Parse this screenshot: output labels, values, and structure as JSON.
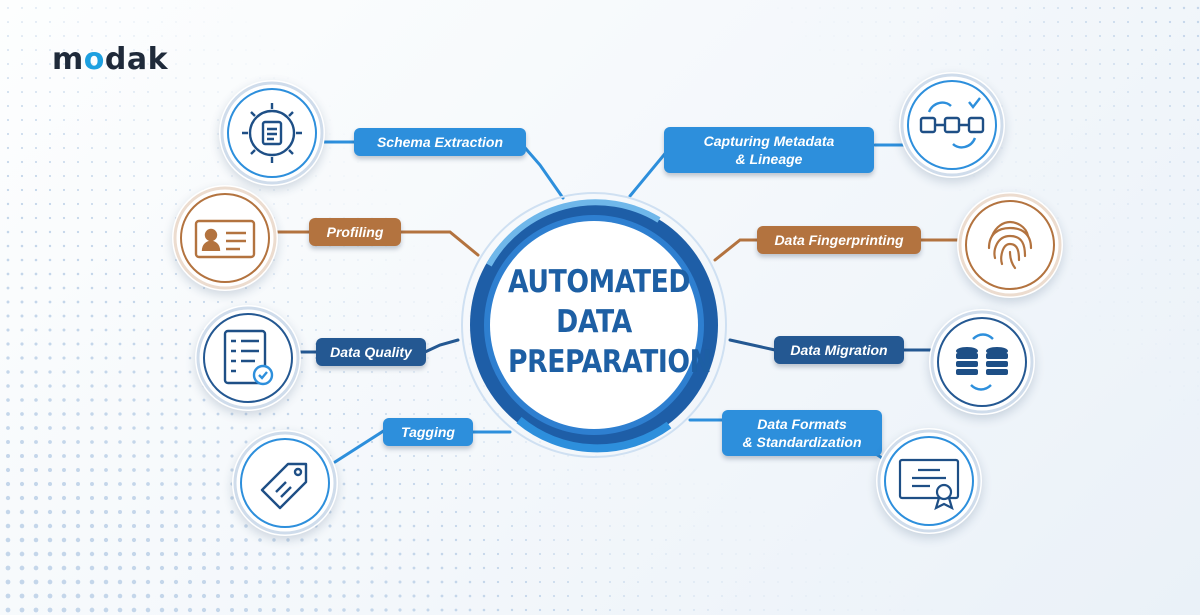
{
  "brand": {
    "logo_prefix": "m",
    "logo_o": "o",
    "logo_suffix": "dak"
  },
  "hub": {
    "line1": "AUTOMATED",
    "line2": "DATA",
    "line3": "PREPARATION"
  },
  "features": {
    "schema": "Schema Extraction",
    "metadata_line1": "Capturing Metadata",
    "metadata_line2": "& Lineage",
    "profiling": "Profiling",
    "fingerprinting": "Data Fingerprinting",
    "quality": "Data Quality",
    "migration": "Data Migration",
    "tagging": "Tagging",
    "formats_line1": "Data Formats",
    "formats_line2": "& Standardization"
  },
  "colors": {
    "blue": "#2d8fdc",
    "brown": "#b3733f",
    "navy": "#245892",
    "hub_text": "#1d5fa4"
  },
  "icons": {
    "schema": "gear-document-icon",
    "metadata": "workflow-cycle-icon",
    "profiling": "id-card-icon",
    "fingerprinting": "fingerprint-icon",
    "quality": "checklist-icon",
    "migration": "database-transfer-icon",
    "tagging": "price-tag-icon",
    "formats": "certificate-icon"
  }
}
